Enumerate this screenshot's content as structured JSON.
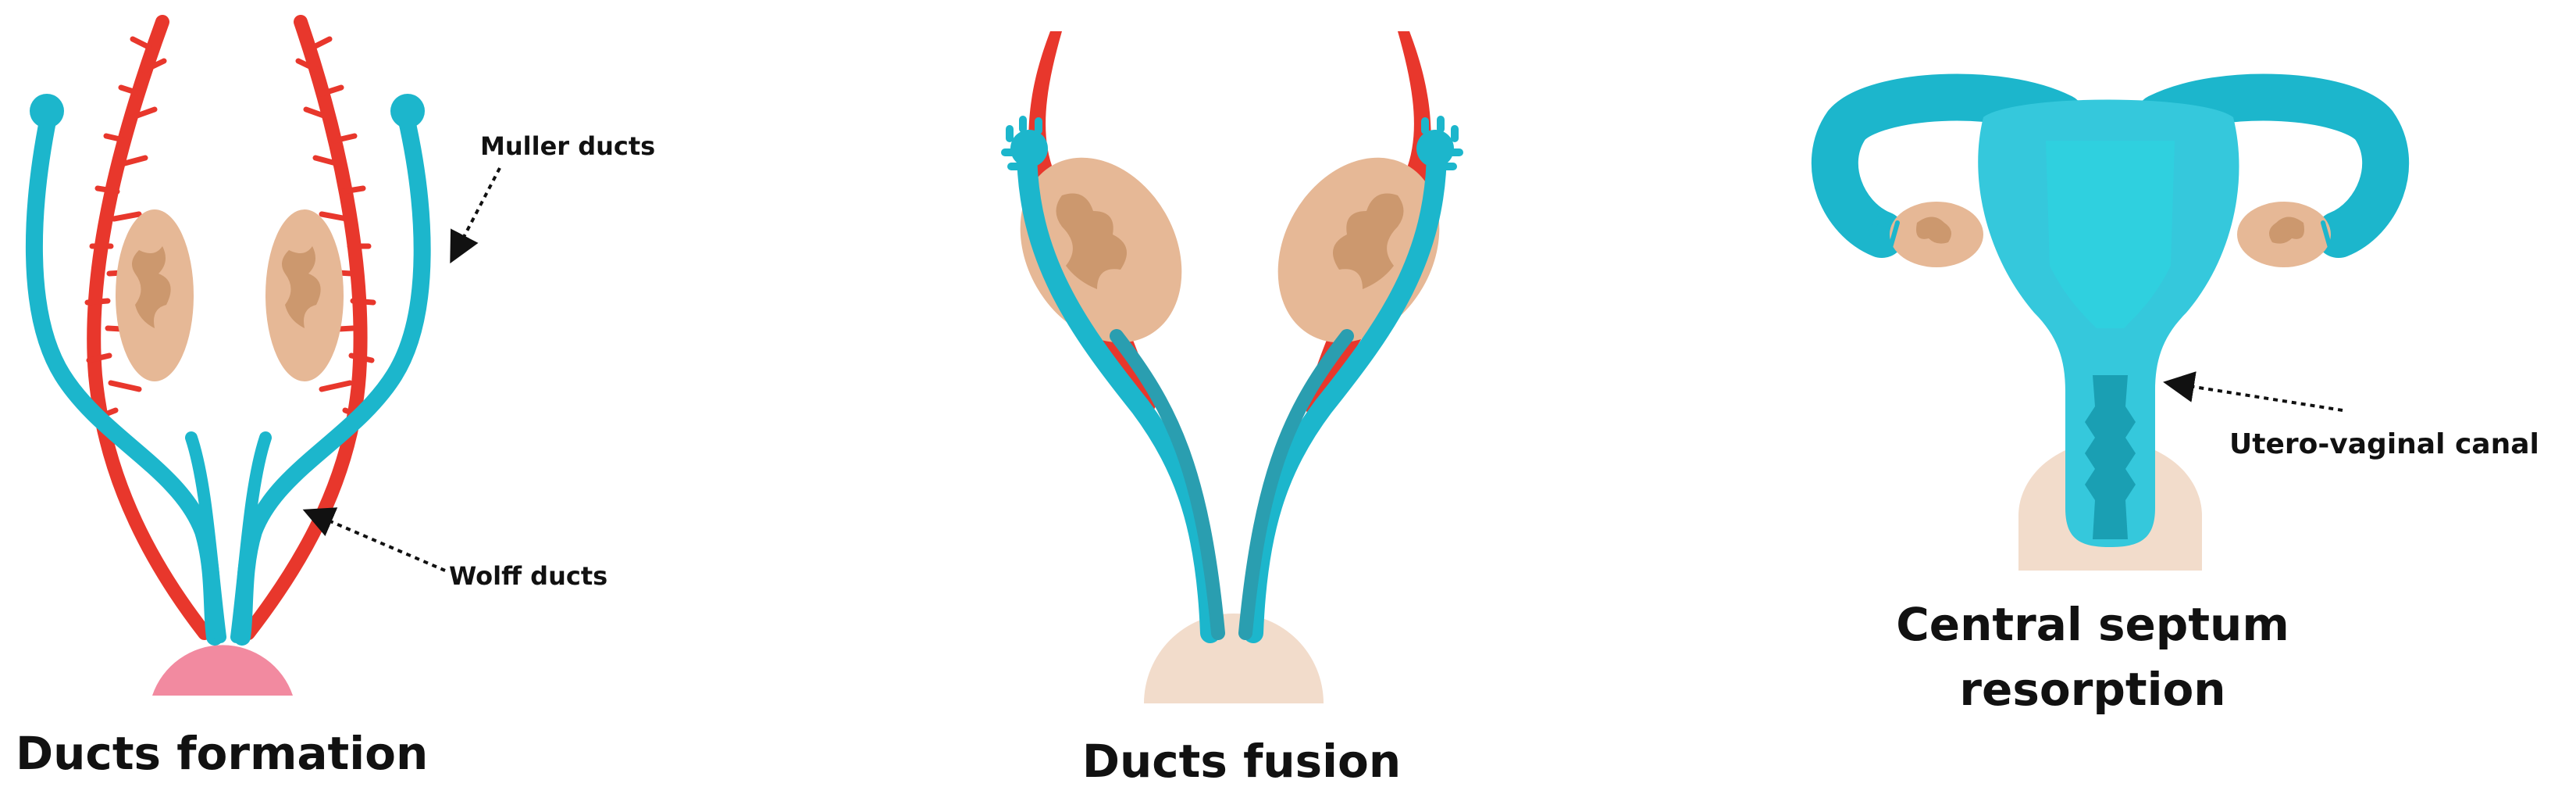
{
  "panels": [
    {
      "caption": "Ducts formation",
      "labels": {
        "muller": "Muller ducts",
        "wolff": "Wolff ducts"
      }
    },
    {
      "caption": "Ducts fusion"
    },
    {
      "caption_line1": "Central septum",
      "caption_line2": "resorption",
      "labels": {
        "canal": "Utero-vaginal canal"
      }
    }
  ],
  "colors": {
    "wolff_duct": "#e8372c",
    "muller_duct": "#1cb6cc",
    "gonad": "#e6b896",
    "gonad_mottle": "#c08a5c",
    "sinus_pink": "#f28aa0",
    "sinus_beige": "#f2dccb",
    "uterus": "#35c8dc",
    "uterus_dark": "#1a9fb3"
  }
}
